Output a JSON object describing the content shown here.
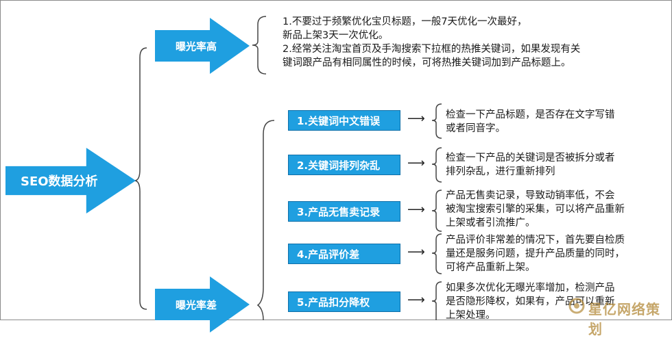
{
  "root": {
    "label": "SEO数据分析"
  },
  "branch_top": {
    "label": "曝光率高",
    "note_lines": [
      "1.不要过于频繁优化宝贝标题，一般7天优化一次最好，",
      "新品上架3天一次优化。",
      "2.经常关注淘宝首页及手淘搜索下拉框的热推关键词，如果发现有关",
      "键词跟产品有相同属性的时候，可将热推关键词加到产品标题上。"
    ]
  },
  "branch_bottom": {
    "label": "曝光率差",
    "reasons": [
      {
        "label": "1.关键词中文错误",
        "desc_lines": [
          "检查一下产品标题，是否存在文字写错",
          "或者同音字。"
        ]
      },
      {
        "label": "2.关键词排列杂乱",
        "desc_lines": [
          "检查一下产品的关键词是否被拆分或者",
          "排列杂乱，进行重新排列"
        ]
      },
      {
        "label": "3.产品无售卖记录",
        "desc_lines": [
          "产品无售卖记录，导致动销率低，不会",
          "被淘宝搜索引擎的采集，可以将产品重新",
          "上架或者引流推广。"
        ]
      },
      {
        "label": "4.产品评价差",
        "desc_lines": [
          "产品评价非常差的情况下，首先要自检质",
          "量还是服务问题，提升产品质量的同时，",
          "可将产品重新上架。"
        ]
      },
      {
        "label": "5.产品扣分降权",
        "desc_lines": [
          "如果多次优化无曝光率增加，检测产品",
          "是否隐形降权，如果有，产品可以重新",
          "上架处理。"
        ]
      }
    ]
  },
  "arrow_glyph": "⟶",
  "watermark": {
    "text": "星亿网络策划"
  },
  "colors": {
    "accent": "#1f9fe0",
    "watermark": "#b48a3a"
  }
}
